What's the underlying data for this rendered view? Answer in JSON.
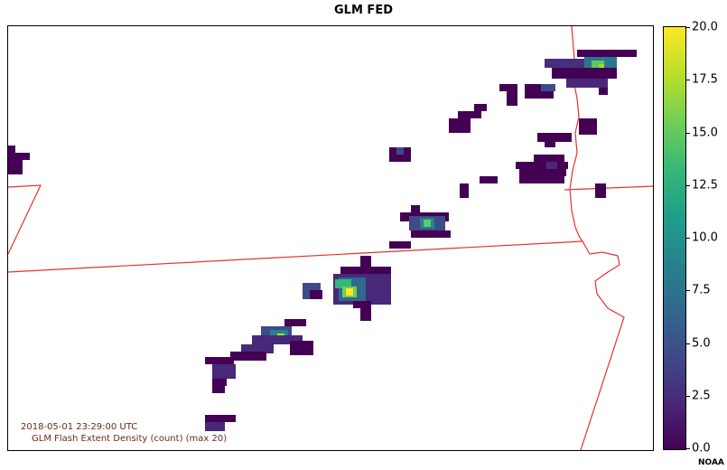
{
  "title": "GLM FED",
  "timestamp": "2018-05-01 23:29:00 UTC",
  "product_label": "GLM Flash Extent Density (count) (max  20)",
  "credit": "NOAA",
  "colorbar": {
    "min": 0.0,
    "max": 20.0,
    "tick_labels": [
      "20.0",
      "17.5",
      "15.0",
      "12.5",
      "10.0",
      "7.5",
      "5.0",
      "2.5",
      "0.0"
    ],
    "tick_values": [
      20.0,
      17.5,
      15.0,
      12.5,
      10.0,
      7.5,
      5.0,
      2.5,
      0.0
    ],
    "colormap": "viridis"
  },
  "colors": {
    "boundary_line": "#e83030",
    "low": "#440154",
    "high": "#fde725"
  }
}
